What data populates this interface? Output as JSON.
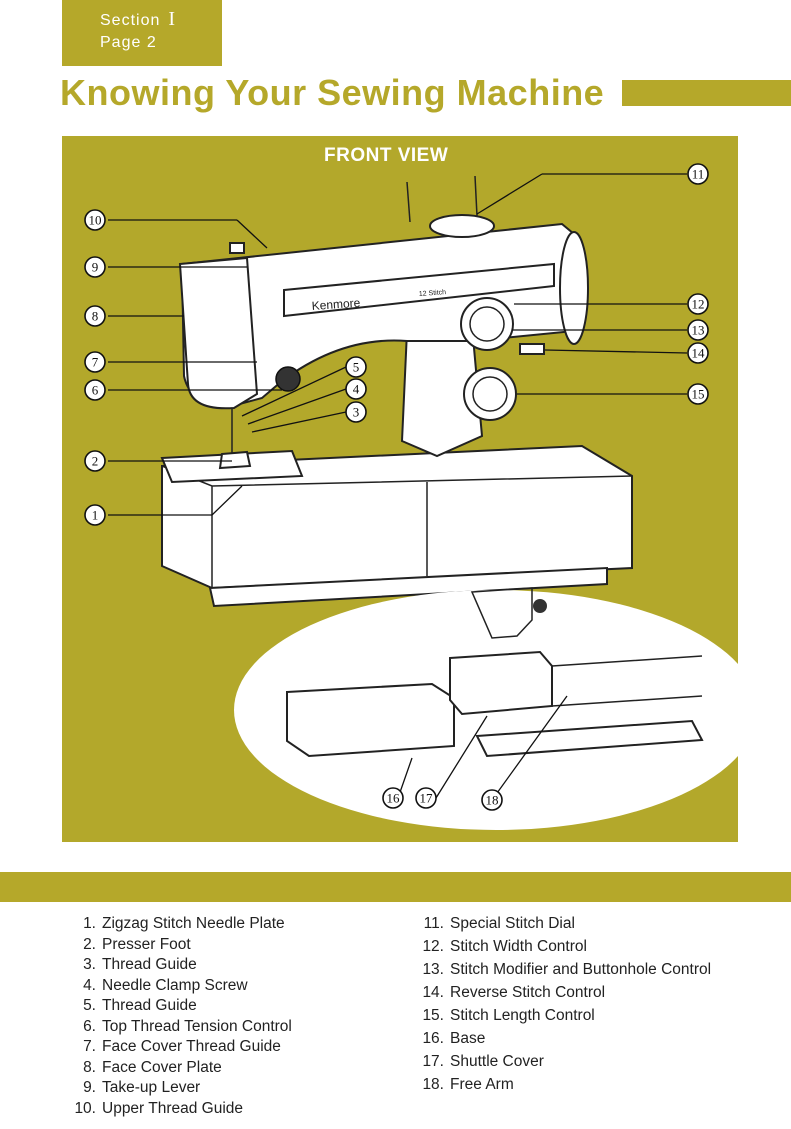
{
  "header": {
    "section_label": "Section",
    "section_numeral": "I",
    "page_label": "Page 2"
  },
  "title": "Knowing Your Sewing Machine",
  "figure": {
    "caption": "FRONT VIEW",
    "brand": "Kenmore",
    "model": "12 Stitch",
    "callouts": [
      "1",
      "2",
      "3",
      "4",
      "5",
      "6",
      "7",
      "8",
      "9",
      "10",
      "11",
      "12",
      "13",
      "14",
      "15",
      "16",
      "17",
      "18"
    ]
  },
  "parts_left": [
    {
      "num": "1.",
      "label": "Zigzag Stitch Needle Plate"
    },
    {
      "num": "2.",
      "label": "Presser Foot"
    },
    {
      "num": "3.",
      "label": "Thread Guide"
    },
    {
      "num": "4.",
      "label": "Needle Clamp Screw"
    },
    {
      "num": "5.",
      "label": "Thread Guide"
    },
    {
      "num": "6.",
      "label": "Top Thread Tension Control"
    },
    {
      "num": "7.",
      "label": "Face Cover Thread Guide"
    },
    {
      "num": "8.",
      "label": "Face Cover Plate"
    },
    {
      "num": "9.",
      "label": "Take-up Lever"
    },
    {
      "num": "10.",
      "label": "Upper Thread Guide"
    }
  ],
  "parts_right": [
    {
      "num": "11.",
      "label": "Special Stitch Dial"
    },
    {
      "num": "12.",
      "label": "Stitch Width Control"
    },
    {
      "num": "13.",
      "label": "Stitch Modifier and Buttonhole Control"
    },
    {
      "num": "14.",
      "label": "Reverse Stitch Control"
    },
    {
      "num": "15.",
      "label": "Stitch Length Control"
    },
    {
      "num": "16.",
      "label": "Base"
    },
    {
      "num": "17.",
      "label": "Shuttle Cover"
    },
    {
      "num": "18.",
      "label": "Free Arm"
    }
  ],
  "colors": {
    "accent": "#b5a82a",
    "panel": "#b3a82b"
  }
}
